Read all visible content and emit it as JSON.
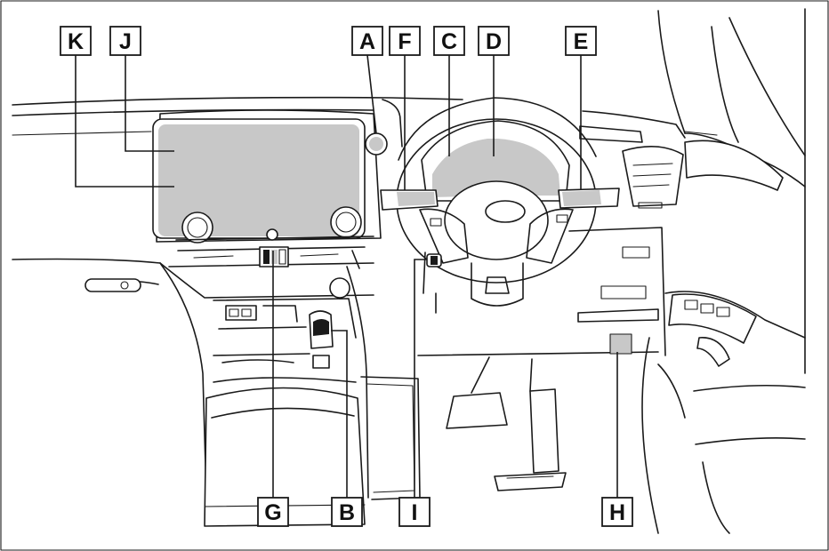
{
  "callouts": {
    "a": "A",
    "b": "B",
    "c": "C",
    "d": "D",
    "e": "E",
    "f": "F",
    "g": "G",
    "h": "H",
    "i": "I",
    "j": "J",
    "k": "K"
  },
  "colors": {
    "line": "#1a1a1a",
    "highlight_gray": "#c8c8c8",
    "background": "#ffffff"
  }
}
